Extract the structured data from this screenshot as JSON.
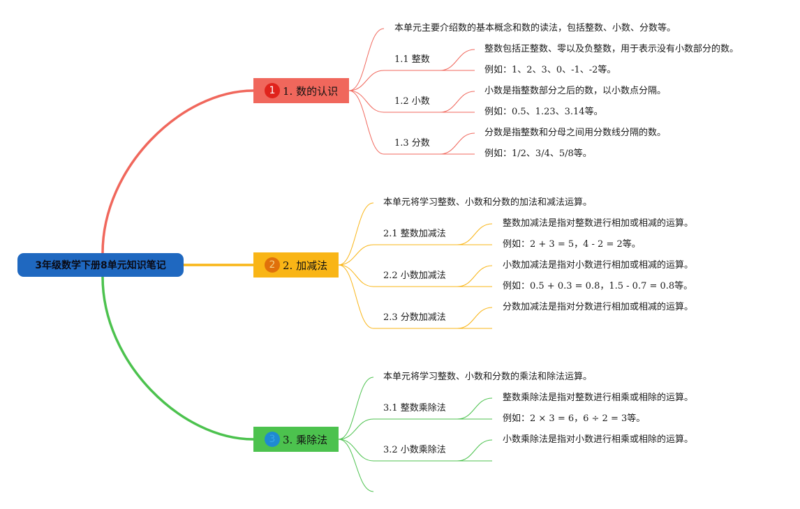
{
  "colors": {
    "root_bg": "#1f68c0",
    "topic1": "#f0675c",
    "topic2": "#f9b516",
    "topic3": "#4cc24e",
    "badge1": "#e0231c",
    "badge2": "#e0700b",
    "badge3": "#1f8ad1"
  },
  "root": {
    "title": "3年级数学下册8单元知识笔记"
  },
  "topics": [
    {
      "badge": "1",
      "title": "1. 数的认识",
      "intro": "本单元主要介绍数的基本概念和数的读法，包括整数、小数、分数等。",
      "subs": [
        {
          "title": "1.1 整数",
          "leaves": [
            "整数包括正整数、零以及负整数，用于表示没有小数部分的数。",
            "例如：1、2、3、0、-1、-2等。"
          ]
        },
        {
          "title": "1.2 小数",
          "leaves": [
            "小数是指整数部分之后的数，以小数点分隔。",
            "例如：0.5、1.23、3.14等。"
          ]
        },
        {
          "title": "1.3 分数",
          "leaves": [
            "分数是指整数和分母之间用分数线分隔的数。",
            "例如：1/2、3/4、5/8等。"
          ]
        }
      ]
    },
    {
      "badge": "2",
      "title": "2. 加减法",
      "intro": "本单元将学习整数、小数和分数的加法和减法运算。",
      "subs": [
        {
          "title": "2.1 整数加减法",
          "leaves": [
            "整数加减法是指对整数进行相加或相减的运算。",
            "例如：2 + 3 = 5，4 - 2 = 2等。"
          ]
        },
        {
          "title": "2.2 小数加减法",
          "leaves": [
            "小数加减法是指对小数进行相加或相减的运算。",
            "例如：0.5 + 0.3 = 0.8，1.5 - 0.7 = 0.8等。"
          ]
        },
        {
          "title": "2.3 分数加减法",
          "leaves": [
            "分数加减法是指对分数进行相加或相减的运算。",
            ""
          ]
        }
      ]
    },
    {
      "badge": "3",
      "title": "3. 乘除法",
      "intro": "本单元将学习整数、小数和分数的乘法和除法运算。",
      "subs": [
        {
          "title": "3.1 整数乘除法",
          "leaves": [
            "整数乘除法是指对整数进行相乘或相除的运算。",
            "例如：2 × 3 = 6，6 ÷ 2 = 3等。"
          ]
        },
        {
          "title": "3.2 小数乘除法",
          "leaves": [
            "小数乘除法是指对小数进行相乘或相除的运算。",
            ""
          ]
        },
        {
          "title": "",
          "leaves": []
        }
      ]
    }
  ]
}
